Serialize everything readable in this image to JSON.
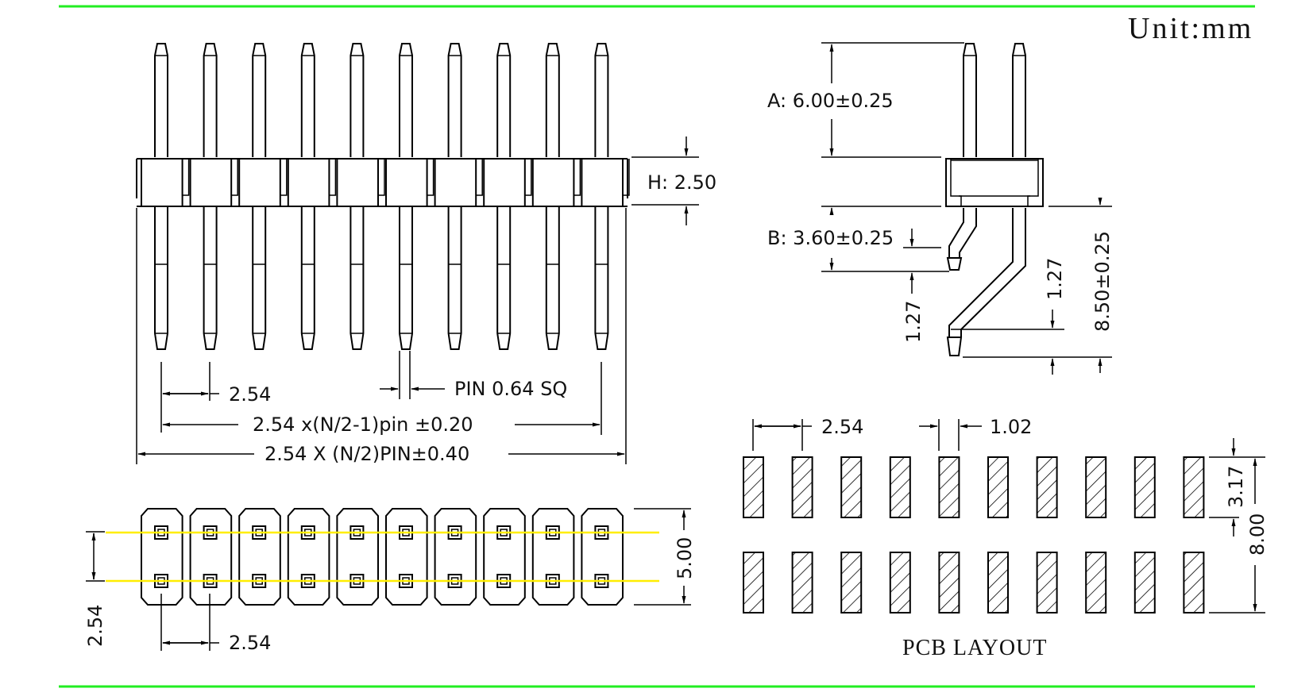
{
  "unit_label": "Unit:mm",
  "front_view": {
    "pin_count_per_row": 10,
    "height_label": "H: 2.50",
    "pitch_label": "2.54",
    "pin_size_label": "PIN 0.64 SQ",
    "span_label": "2.54 x(N/2-1)pin ±0.20",
    "total_label": "2.54 X (N/2)PIN±0.40"
  },
  "side_view": {
    "a_label": "A: 6.00±0.25",
    "b_label": "B: 3.60±0.25",
    "offset_left_label": "1.27",
    "offset_right_label": "1.27",
    "total_label": "8.50±0.25"
  },
  "top_view": {
    "row_pitch_label": "2.54",
    "col_pitch_label": "2.54",
    "width_label": "5.00"
  },
  "pcb_layout": {
    "title": "PCB LAYOUT",
    "pitch_label": "2.54",
    "pad_width_label": "1.02",
    "pad_length_label": "3.17",
    "overall_label": "8.00",
    "pads_per_row": 10,
    "rows": 2
  },
  "colors": {
    "border": "#22ee22",
    "centerline": "#ffee00",
    "ink": "#000000"
  }
}
